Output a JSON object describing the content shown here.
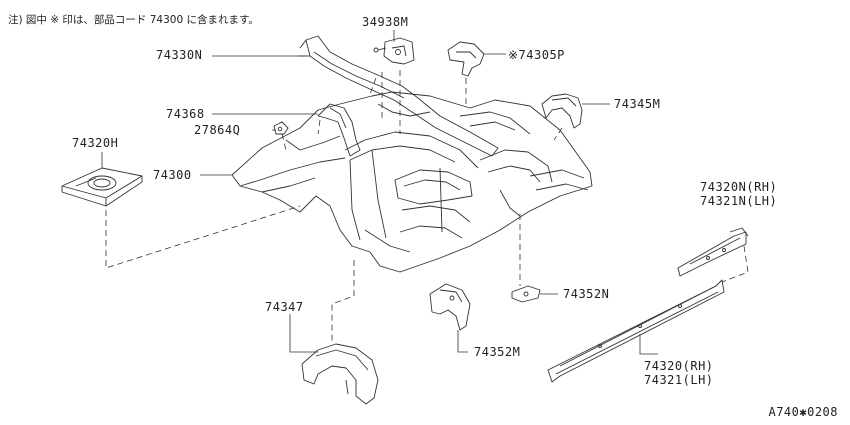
{
  "note": "注) 図中 ※ 印は、部品コード 74300 に含まれます。",
  "parts": {
    "p34938M": "34938M",
    "p74330N": "74330N",
    "p74305P": "※74305P",
    "p74368": "74368",
    "p27864Q": "27864Q",
    "p74345M": "74345M",
    "p74320H": "74320H",
    "p74300": "74300",
    "p74320N_rh": "74320N(RH)",
    "p74321N_lh": "74321N(LH)",
    "p74347": "74347",
    "p74352N": "74352N",
    "p74352M": "74352M",
    "p74320_rh": "74320(RH)",
    "p74321_lh": "74321(LH)"
  },
  "diagram_code": "A740✱0208"
}
